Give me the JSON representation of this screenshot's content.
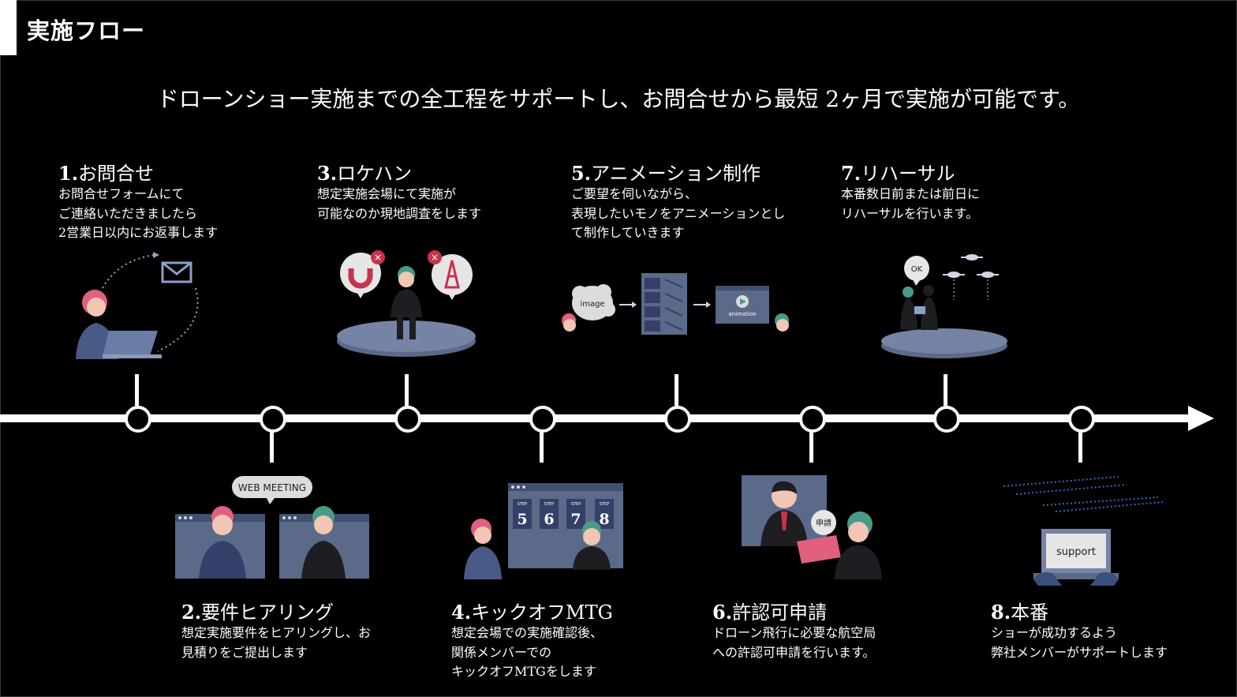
{
  "header": {
    "title": "実施フロー"
  },
  "subtitle": "ドローンショー実施までの全工程をサポートし、お問合せから最短 2ヶ月で実施が可能です。",
  "steps": [
    {
      "num": "1.",
      "title": "お問合せ",
      "desc": "お問合せフォームにて\nご連絡いただきましたら\n2営業日以内にお返事します"
    },
    {
      "num": "2.",
      "title": "要件ヒアリング",
      "desc": "想定実施要件をヒアリングし、お\n見積りをご提出します"
    },
    {
      "num": "3.",
      "title": "ロケハン",
      "desc": "想定実施会場にて実施が\n可能なのか現地調査をします"
    },
    {
      "num": "4.",
      "title": "キックオフMTG",
      "desc": "想定会場での実施確認後、\n関係メンバーでの\nキックオフMTGをします"
    },
    {
      "num": "5.",
      "title": "アニメーション制作",
      "desc": "ご要望を伺いながら、\n表現したいモノをアニメーションとし\nて制作していきます"
    },
    {
      "num": "6.",
      "title": "許認可申請",
      "desc": "ドローン飛行に必要な航空局\nへの許認可申請を行います。"
    },
    {
      "num": "7.",
      "title": "リハーサル",
      "desc": "本番数日前または前日に\nリハーサルを行います。"
    },
    {
      "num": "8.",
      "title": "本番",
      "desc": "ショーが成功するよう\n弊社メンバーがサポートします"
    }
  ],
  "illustrations": {
    "web_meeting_label": "WEB MEETING",
    "kickoff_steps": [
      "5",
      "6",
      "7",
      "8"
    ],
    "kickoff_step_label": "STEP",
    "image_bubble": "image",
    "animation_label": "animation",
    "permit_bubble": "申請",
    "ok_bubble": "OK",
    "support_label": "support"
  },
  "colors": {
    "background": "#000000",
    "text": "#ffffff",
    "illustration_slate": "#5a6a88",
    "accent_pink": "#e0607e",
    "accent_teal": "#4a9a8a"
  }
}
